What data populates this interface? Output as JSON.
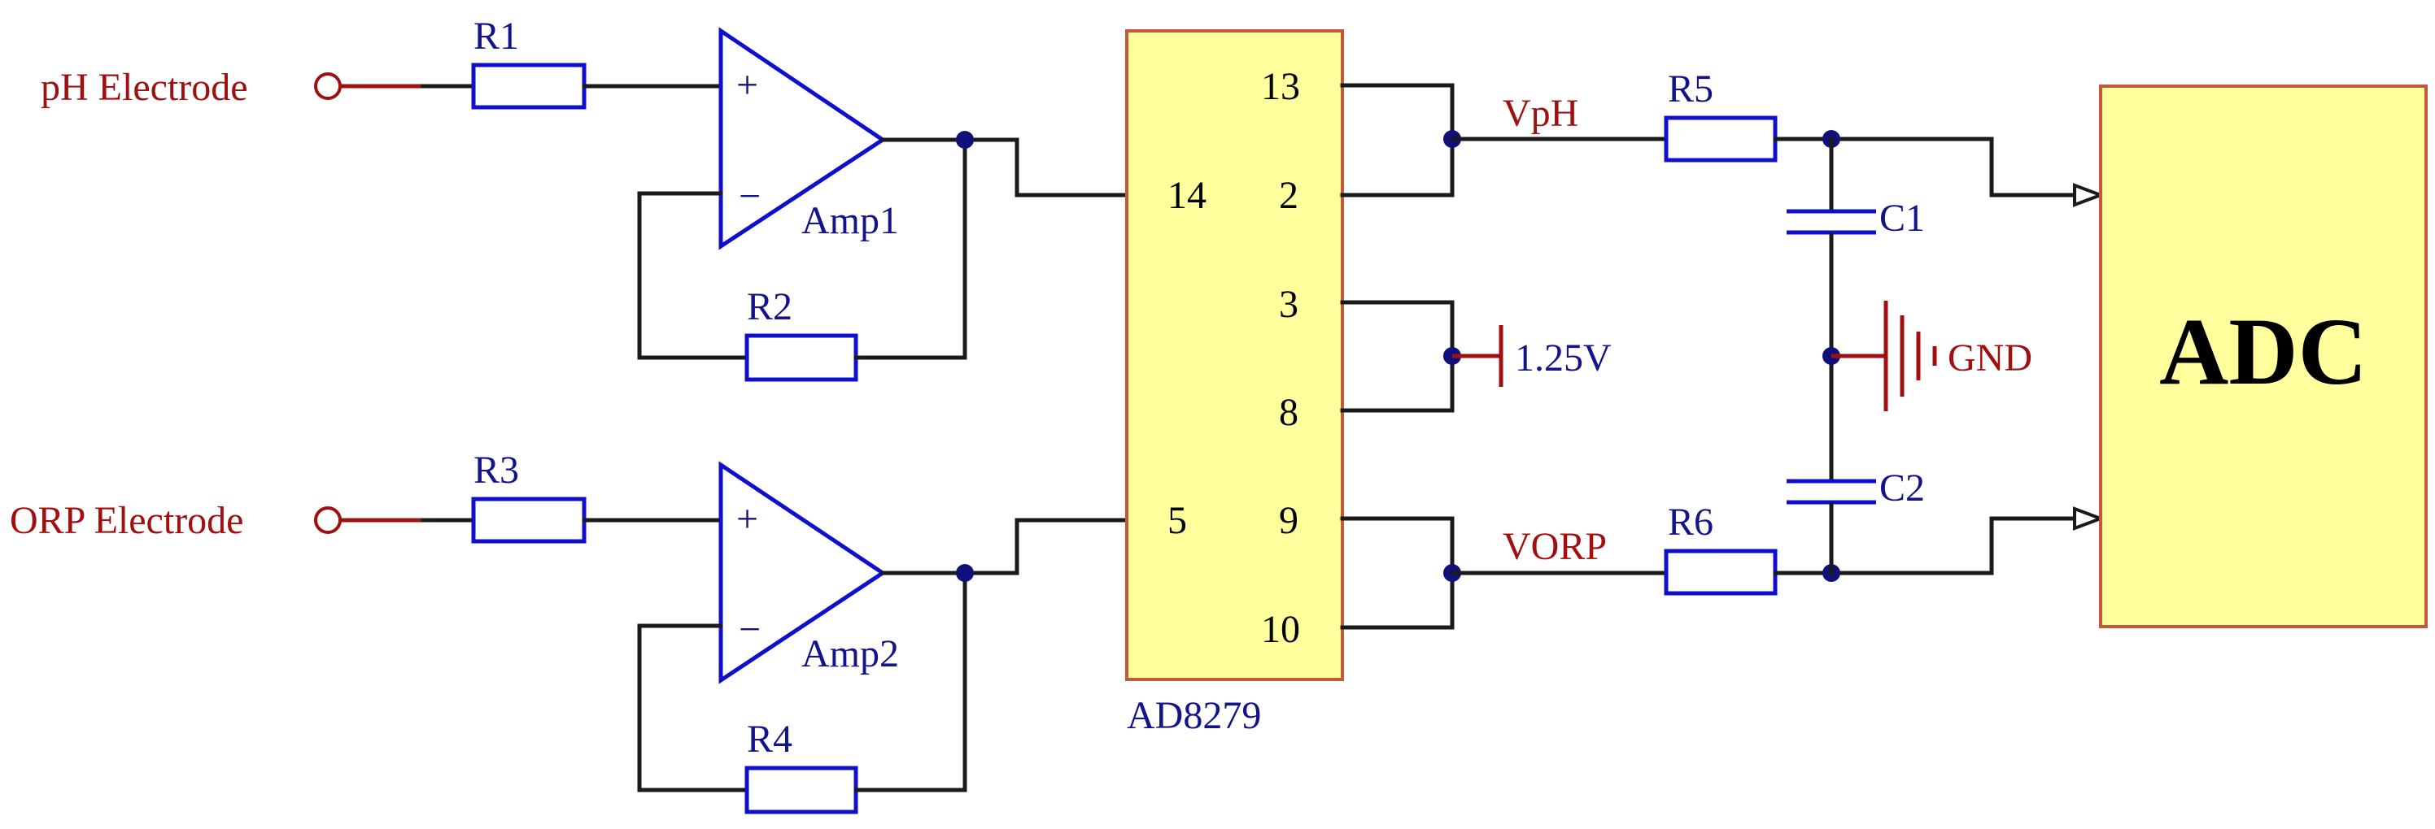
{
  "inputs": {
    "ph_electrode": "pH Electrode",
    "orp_electrode": "ORP Electrode"
  },
  "resistors": {
    "r1": "R1",
    "r2": "R2",
    "r3": "R3",
    "r4": "R4",
    "r5": "R5",
    "r6": "R6"
  },
  "amplifiers": {
    "amp1": "Amp1",
    "amp2": "Amp2",
    "plus": "+",
    "minus": "−"
  },
  "chip": {
    "name": "AD8279",
    "pins": {
      "p14": "14",
      "p5": "5",
      "p13": "13",
      "p2": "2",
      "p3": "3",
      "p8": "8",
      "p9": "9",
      "p10": "10"
    }
  },
  "nets": {
    "vph": "VpH",
    "vorp": "VORP",
    "ref": "1.25V",
    "gnd": "GND"
  },
  "capacitors": {
    "c1": "C1",
    "c2": "C2"
  },
  "adc": {
    "label": "ADC"
  },
  "colors": {
    "wire": "#1a1a1a",
    "component": "#1010cc",
    "label_blue": "#13138a",
    "label_red": "#a01010",
    "chip_fill": "#ffff9e",
    "chip_border": "#c05a3a"
  }
}
